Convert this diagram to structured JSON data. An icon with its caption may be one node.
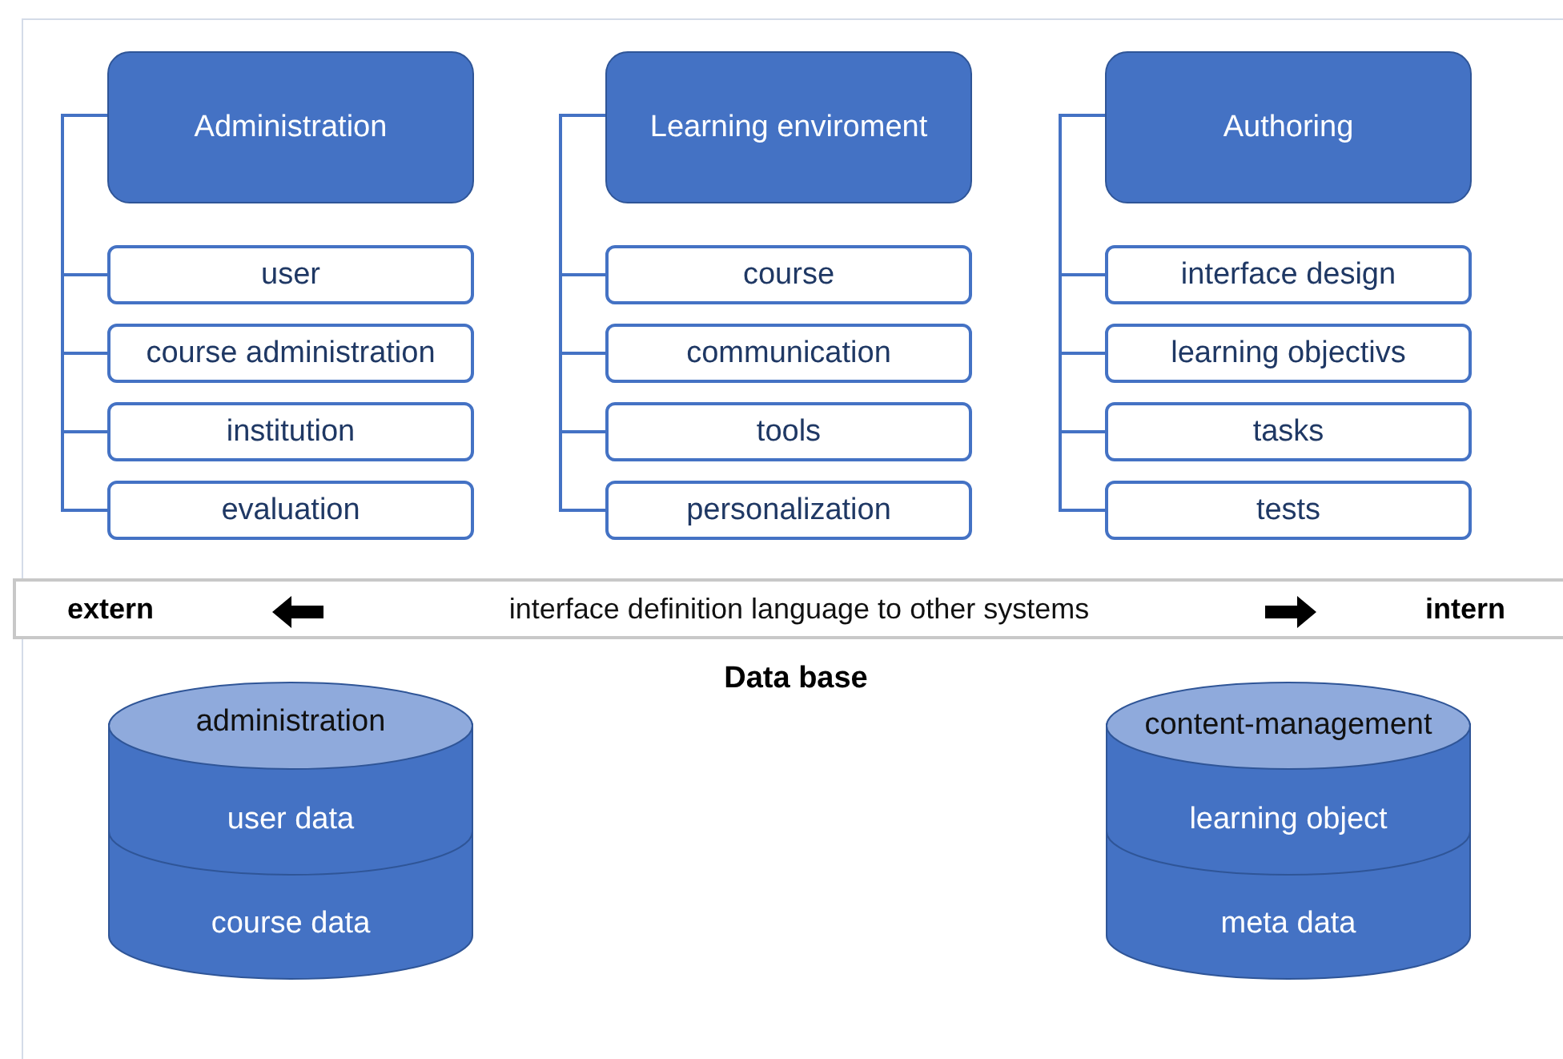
{
  "diagram": {
    "nodes": [
      {
        "text": [
          "Administration"
        ]
      },
      {
        "text": [
          "user"
        ]
      },
      {
        "text": [
          "course administration"
        ]
      },
      {
        "text": [
          "institution"
        ]
      },
      {
        "text": [
          "evaluation"
        ]
      },
      {
        "text": [
          "Learning enviroment"
        ]
      },
      {
        "text": [
          "course"
        ]
      },
      {
        "text": [
          "communication"
        ]
      },
      {
        "text": [
          "tools"
        ]
      },
      {
        "text": [
          "personalization"
        ]
      },
      {
        "text": [
          "Authoring"
        ]
      },
      {
        "text": [
          "interface design"
        ]
      },
      {
        "text": [
          "learning objectivs"
        ]
      },
      {
        "text": [
          "tasks"
        ]
      },
      {
        "text": [
          "tests"
        ]
      },
      {
        "text": [
          "extern",
          "interface definition language to other systems",
          "intern"
        ]
      },
      {
        "text": [
          "administration",
          "user data",
          "course data"
        ]
      },
      {
        "text": [
          "content-management",
          "learning object",
          "meta data"
        ]
      }
    ],
    "edges": [
      {
        "from": 0,
        "to": 1,
        "arrow": "none"
      },
      {
        "from": 0,
        "to": 2,
        "arrow": "none"
      },
      {
        "from": 0,
        "to": 3,
        "arrow": "none"
      },
      {
        "from": 0,
        "to": 4,
        "arrow": "none"
      },
      {
        "from": 5,
        "to": 6,
        "arrow": "none"
      },
      {
        "from": 5,
        "to": 7,
        "arrow": "none"
      },
      {
        "from": 5,
        "to": 8,
        "arrow": "none"
      },
      {
        "from": 5,
        "to": 9,
        "arrow": "none"
      },
      {
        "from": 10,
        "to": 11,
        "arrow": "none"
      },
      {
        "from": 10,
        "to": 12,
        "arrow": "none"
      },
      {
        "from": 10,
        "to": 13,
        "arrow": "none"
      },
      {
        "from": 10,
        "to": 14,
        "arrow": "none"
      }
    ],
    "labels": [
      "Data base"
    ]
  }
}
